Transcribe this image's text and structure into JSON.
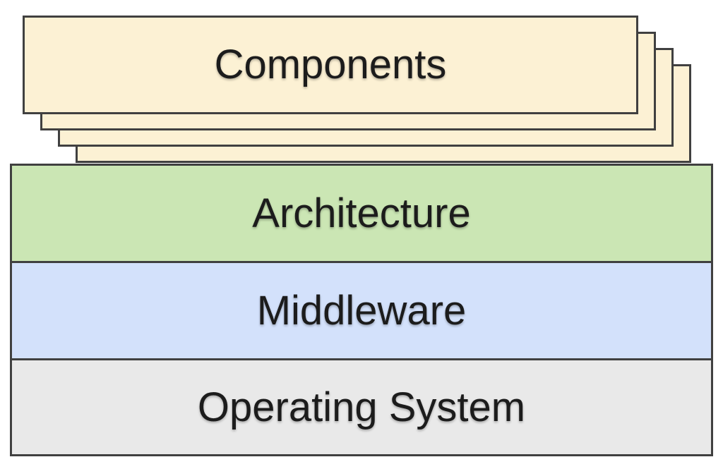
{
  "diagram": {
    "title_implicit": "software stack diagram",
    "components_stack": {
      "label": "Components",
      "card_count": 4,
      "fill": "#FCF1D4"
    },
    "layers": [
      {
        "label": "Architecture",
        "fill": "#CBE6B4"
      },
      {
        "label": "Middleware",
        "fill": "#D3E1FB"
      },
      {
        "label": "Operating System",
        "fill": "#E9E9E9"
      }
    ],
    "border_color": "#404040",
    "text_color": "#1c1c1c",
    "background_color": "#FFFFFF"
  }
}
